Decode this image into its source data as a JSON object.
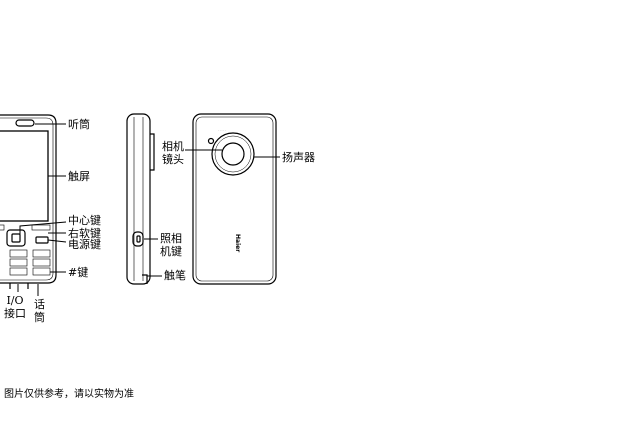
{
  "labels": {
    "earpiece": "听筒",
    "touchscreen": "触屏",
    "center_key": "中心键",
    "right_soft_key": "右软键",
    "power_key": "电源键",
    "hash_key": "#键",
    "io_port": "I/O接口",
    "microphone": "话筒",
    "camera_lens": "相机镜头",
    "speaker": "扬声器",
    "camera_key": "照相机键",
    "stylus": "触笔",
    "brand": "Haier"
  },
  "caption": "图片仅供参考，请以实物为准"
}
